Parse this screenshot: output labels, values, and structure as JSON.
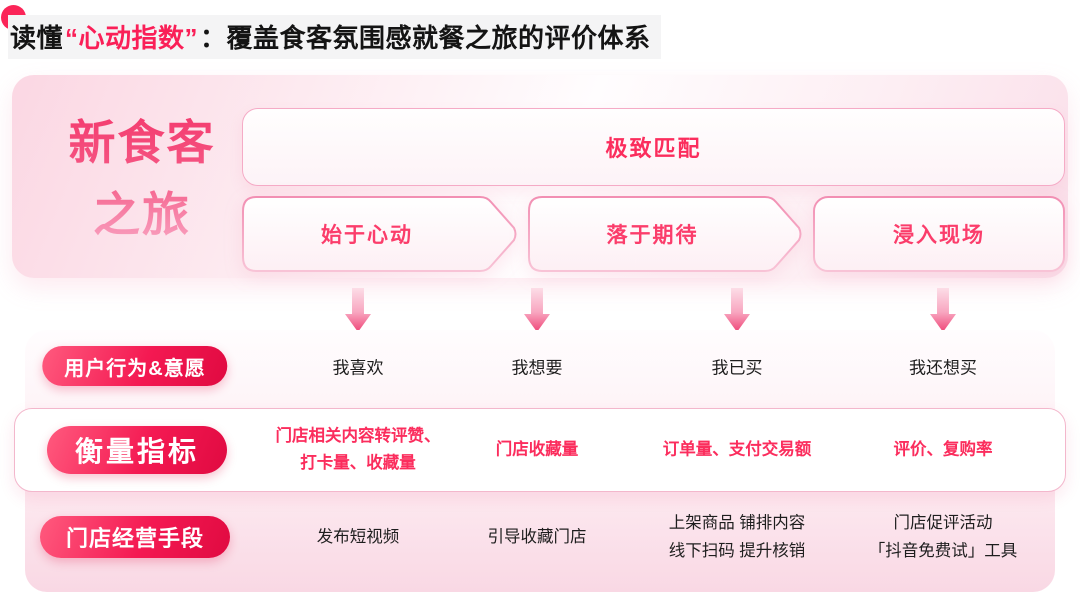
{
  "title": {
    "prefix": "读懂",
    "highlight": "“心动指数”",
    "suffix": "：覆盖食客氛围感就餐之旅的评价体系"
  },
  "journey_card": {
    "side_label": {
      "line1": "新食客",
      "line2": "之旅"
    },
    "match_bar": "极致匹配",
    "stages": [
      "始于心动",
      "落于期待",
      "浸入现场"
    ]
  },
  "rows": {
    "behavior": {
      "badge": "用户行为&意愿",
      "values": [
        "我喜欢",
        "我想要",
        "我已买",
        "我还想买"
      ]
    },
    "metrics": {
      "badge": "衡量指标",
      "values": [
        [
          "门店相关内容转评赞、",
          "打卡量、收藏量"
        ],
        [
          "门店收藏量"
        ],
        [
          "订单量、支付交易额"
        ],
        [
          "评价、复购率"
        ]
      ]
    },
    "operations": {
      "badge": "门店经营手段",
      "values": [
        [
          "发布短视频"
        ],
        [
          "引导收藏门店"
        ],
        [
          "上架商品 铺排内容",
          "线下扫码 提升核销"
        ],
        [
          "门店促评活动",
          "「抖音免费试」工具"
        ]
      ]
    }
  },
  "colors": {
    "accent_pink": "#fa1f57",
    "badge_gradient_start": "#ff5a7e",
    "badge_gradient_end": "#e00a41",
    "metric_text": "#fb2d5d",
    "card_pink": "#fbd7e3",
    "arrow_pink": "#ef4677"
  }
}
